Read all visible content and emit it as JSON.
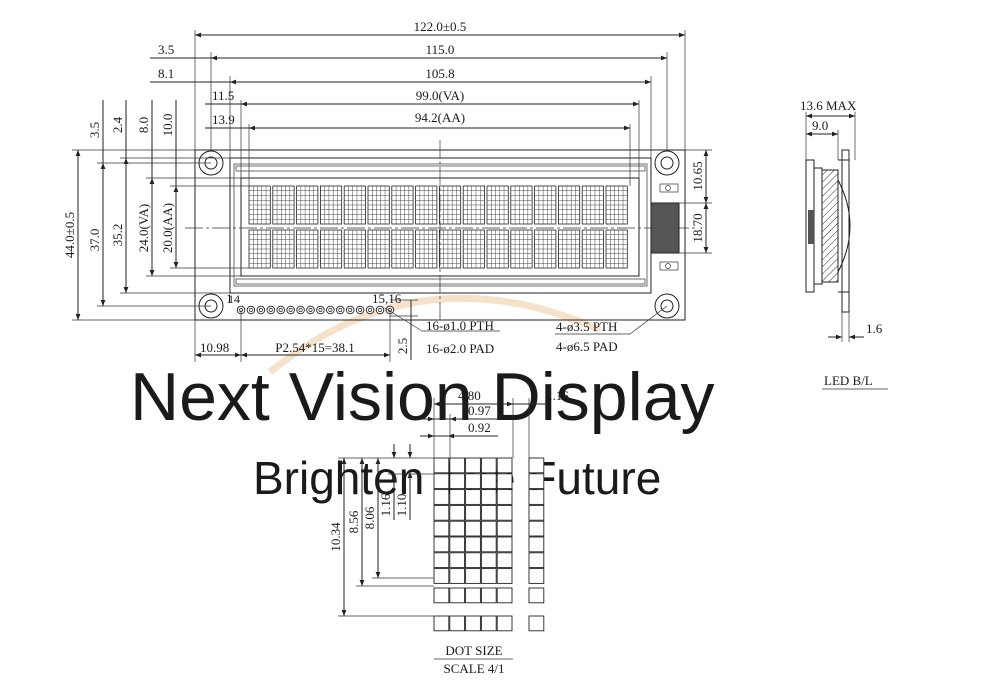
{
  "brand": {
    "name": "Next Vision Display",
    "slogan": "Brighten The Future",
    "name_color": "#c9d6e8",
    "slogan_color": "#f3dcc0"
  },
  "front": {
    "overall_w": "122.0±0.5",
    "hole_pitch_w": "115.0",
    "bezel_w": "105.8",
    "va_w": "99.0(VA)",
    "aa_w": "94.2(AA)",
    "left_3_5": "3.5",
    "left_8_1": "8.1",
    "left_11_5": "11.5",
    "left_13_9": "13.9",
    "top_3_5": "3.5",
    "top_2_4": "2.4",
    "top_8_0": "8.0",
    "top_10_0": "10.0",
    "overall_h": "44.0±0.5",
    "hole_pitch_h": "37.0",
    "bezel_h": "35.2",
    "va_h": "24.0(VA)",
    "aa_h": "20.0(AA)",
    "right_10_65": "10.65",
    "right_18_70": "18.70",
    "pin_1": "1",
    "pin_14": "14",
    "pin_15_16": "15,16",
    "pin_offset": "10.98",
    "pin_pitch": "P2.54*15=38.1",
    "pin_2_5": "2.5",
    "pth_note": "16-ø1.0 PTH",
    "pad_note": "16-ø2.0 PAD",
    "hole_pth": "4-ø3.5 PTH",
    "hole_pad": "4-ø6.5 PAD"
  },
  "side": {
    "max_thick": "13.6 MAX",
    "thick_9": "9.0",
    "pcb_1_6": "1.6",
    "label": "LED B/L"
  },
  "dots": {
    "char_w": "4.80",
    "dot_pitch_w": "0.97",
    "dot_w": "0.92",
    "gap_w": "1.16",
    "char_h": "10.34",
    "h_8_56": "8.56",
    "h_8_06": "8.06",
    "dot_pitch_h": "1.16",
    "dot_h": "1.10",
    "title": "DOT SIZE",
    "scale": "SCALE 4/1"
  }
}
